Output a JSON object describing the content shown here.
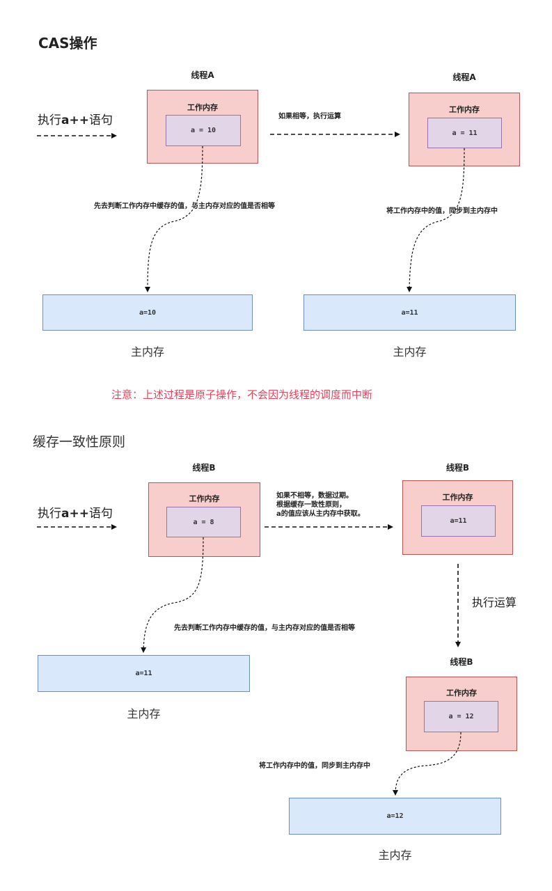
{
  "section1": {
    "title": "CAS操作",
    "exec_label": {
      "prefix": "执行",
      "code": "a++",
      "suffix": "语句"
    },
    "thread_left": {
      "name": "线程A",
      "work_title": "工作内存",
      "value": "a = 10"
    },
    "thread_right": {
      "name": "线程A",
      "work_title": "工作内存",
      "value": "a = 11"
    },
    "arrow_note": "如果相等，执行运算",
    "compare_note": "先去判断工作内存中缓存的值，与主内存对应的值是否相等",
    "sync_note": "将工作内存中的值，同步到主内存中",
    "main_left": {
      "value": "a=10",
      "label": "主内存"
    },
    "main_right": {
      "value": "a=11",
      "label": "主内存"
    }
  },
  "warning": "注意：上述过程是原子操作，不会因为线程的调度而中断",
  "section2": {
    "title": "缓存一致性原则",
    "exec_label": {
      "prefix": "执行",
      "code": "a++",
      "suffix": "语句"
    },
    "thread_left": {
      "name": "线程B",
      "work_title": "工作内存",
      "value": "a = 8"
    },
    "thread_right": {
      "name": "线程B",
      "work_title": "工作内存",
      "value": "a=11"
    },
    "thread_bottom": {
      "name": "线程B",
      "work_title": "工作内存",
      "value": "a = 12"
    },
    "arrow_note": [
      "如果不相等，数据过期。",
      "根据缓存一致性原则，",
      "a的值应该从主内存中获取。"
    ],
    "compare_note": "先去判断工作内存中缓存的值，与主内存对应的值是否相等",
    "op_label": "执行运算",
    "sync_note": "将工作内存中的值，同步到主内存中",
    "main_left": {
      "value": "a=11",
      "label": "主内存"
    },
    "main_bottom": {
      "value": "a=12",
      "label": "主内存"
    }
  },
  "colors": {
    "work_fill": "#f8cecc",
    "work_stroke": "#b85450",
    "value_fill": "#e1d5e7",
    "value_stroke": "#9673a6",
    "main_fill": "#dae8fc",
    "main_stroke": "#6c8ebf",
    "warning": "#e8415a"
  }
}
